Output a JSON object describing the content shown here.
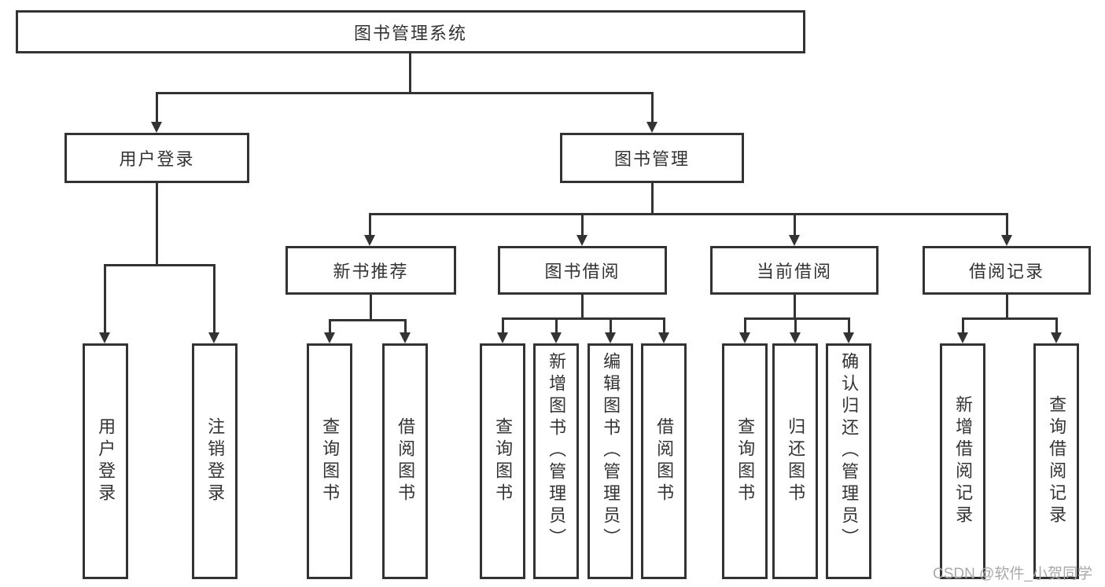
{
  "root": {
    "label": "图书管理系统"
  },
  "login": {
    "label": "用户登录",
    "children": [
      {
        "label": "用户登录"
      },
      {
        "label": "注销登录"
      }
    ]
  },
  "mgmt": {
    "label": "图书管理",
    "children": [
      {
        "label": "新书推荐",
        "children": [
          {
            "label": "查询图书"
          },
          {
            "label": "借阅图书"
          }
        ]
      },
      {
        "label": "图书借阅",
        "children": [
          {
            "label": "查询图书"
          },
          {
            "label": "新增图书（管理员）"
          },
          {
            "label": "编辑图书（管理员）"
          },
          {
            "label": "借阅图书"
          }
        ]
      },
      {
        "label": "当前借阅",
        "children": [
          {
            "label": "查询图书"
          },
          {
            "label": "归还图书"
          },
          {
            "label": "确认归还（管理员）"
          }
        ]
      },
      {
        "label": "借阅记录",
        "children": [
          {
            "label": "新增借阅记录"
          },
          {
            "label": "查询借阅记录"
          }
        ]
      }
    ]
  },
  "watermark": {
    "text": "CSDN @软件_小贺同学"
  },
  "colors": {
    "line": "#333333",
    "text": "#333333",
    "watermark": "#a9a9a9",
    "background": "#ffffff"
  }
}
